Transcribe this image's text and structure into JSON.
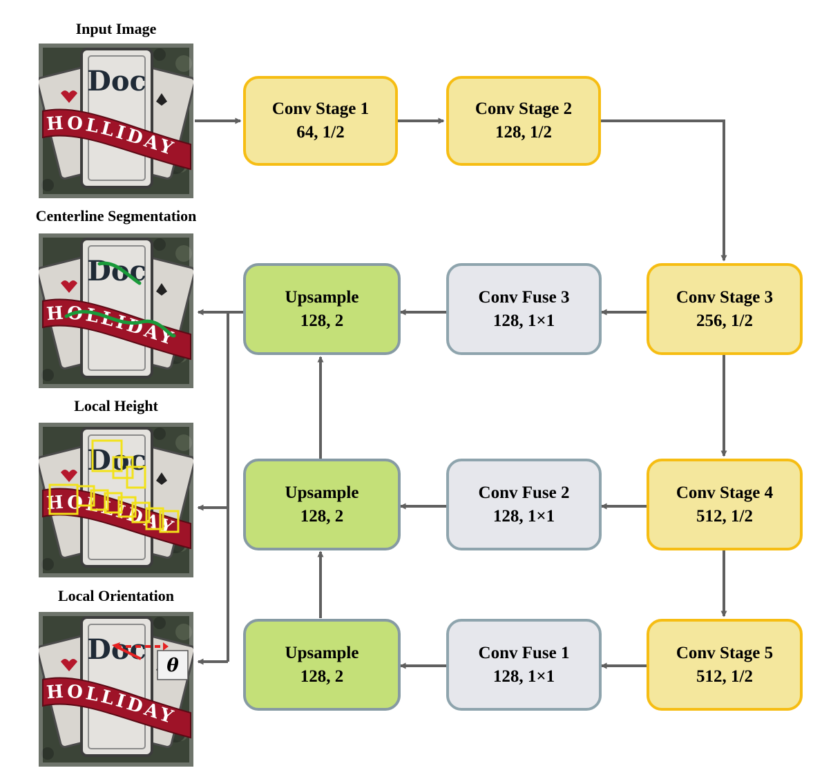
{
  "images": [
    {
      "id": "input",
      "title": "Input Image"
    },
    {
      "id": "centerline",
      "title": "Centerline Segmentation"
    },
    {
      "id": "height",
      "title": "Local Height"
    },
    {
      "id": "orientation",
      "title": "Local Orientation"
    }
  ],
  "sign": {
    "top_text": "Doc",
    "banner_text": "HOLLIDAY",
    "theta": "θ"
  },
  "boxes": {
    "stage1": {
      "name": "Conv Stage 1",
      "params": "64, 1/2"
    },
    "stage2": {
      "name": "Conv Stage 2",
      "params": "128, 1/2"
    },
    "stage3": {
      "name": "Conv Stage 3",
      "params": "256, 1/2"
    },
    "stage4": {
      "name": "Conv Stage 4",
      "params": "512, 1/2"
    },
    "stage5": {
      "name": "Conv Stage 5",
      "params": "512, 1/2"
    },
    "fuse3": {
      "name": "Conv Fuse 3",
      "params": "128, 1×1"
    },
    "fuse2": {
      "name": "Conv Fuse 2",
      "params": "128, 1×1"
    },
    "fuse1": {
      "name": "Conv Fuse 1",
      "params": "128, 1×1"
    },
    "up3": {
      "name": "Upsample",
      "params": "128, 2"
    },
    "up2": {
      "name": "Upsample",
      "params": "128, 2"
    },
    "up1": {
      "name": "Upsample",
      "params": "128, 2"
    }
  },
  "colors": {
    "stage_fill": "#f4e79d",
    "stage_border": "#f6bd13",
    "fuse_fill": "#e6e7ec",
    "fuse_border": "#8ea4ad",
    "upsample_fill": "#c4e078",
    "upsample_border": "#869aa3",
    "arrow": "#5f5f5f",
    "centerline": "#1a9a3a",
    "height_box": "#f2e21a",
    "orientation_arrow": "#e52222",
    "banner": "#9e1328"
  }
}
